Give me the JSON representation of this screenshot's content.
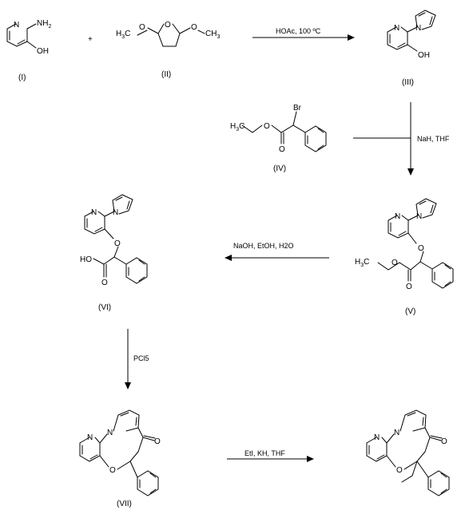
{
  "scheme": {
    "plus": "+",
    "compounds": [
      {
        "id": "c1",
        "label": "(I)"
      },
      {
        "id": "c2",
        "label": "(II)"
      },
      {
        "id": "c3",
        "label": "(III)"
      },
      {
        "id": "c4",
        "label": "(IV)"
      },
      {
        "id": "c5",
        "label": "(V)"
      },
      {
        "id": "c6",
        "label": "(VI)"
      },
      {
        "id": "c7",
        "label": "(VII)"
      }
    ],
    "steps": [
      {
        "id": "s1",
        "conditions": "HOAc, 100 ºC"
      },
      {
        "id": "s2",
        "conditions": "NaH, THF"
      },
      {
        "id": "s3",
        "conditions": "NaOH, EtOH, H2O"
      },
      {
        "id": "s4",
        "conditions": "PCl5"
      },
      {
        "id": "s5",
        "conditions": "EtI, KH, THF"
      }
    ],
    "atoms": {
      "N": "N",
      "NH": "NH",
      "sub2": "2",
      "OH": "OH",
      "O": "O",
      "H": "H",
      "C": "C",
      "sub3": "3",
      "Br": "Br",
      "HO": "HO"
    }
  }
}
